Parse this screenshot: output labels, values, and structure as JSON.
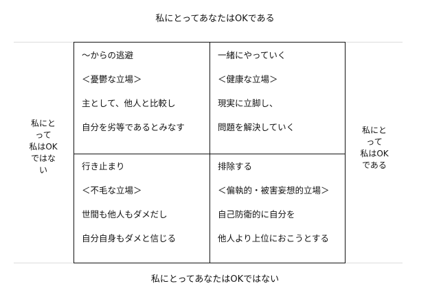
{
  "top_label": "私にとってあなたはOKである",
  "bottom_label": "私にとってあなたはOKではない",
  "left_label": [
    "私にと",
    "って",
    "私はOK",
    "ではな",
    "い"
  ],
  "right_label": [
    "私にと",
    "って",
    "私はOK",
    "である"
  ],
  "quadrants": {
    "top_left": [
      "〜からの逃避",
      "＜憂鬱な立場＞",
      "主として、他人と比較し",
      "自分を劣等であるとみなす"
    ],
    "top_right": [
      "一緒にやっていく",
      "＜健康な立場＞",
      "現実に立脚し、",
      "問題を解決していく"
    ],
    "bottom_left": [
      "行き止まり",
      "＜不毛な立場＞",
      "世間も他人もダメだし",
      "自分自身もダメと信じる"
    ],
    "bottom_right": [
      "排除する",
      "＜偏執的・被害妄想的立場＞",
      "自己防衛的に自分を",
      "他人より上位におこうとする"
    ]
  }
}
